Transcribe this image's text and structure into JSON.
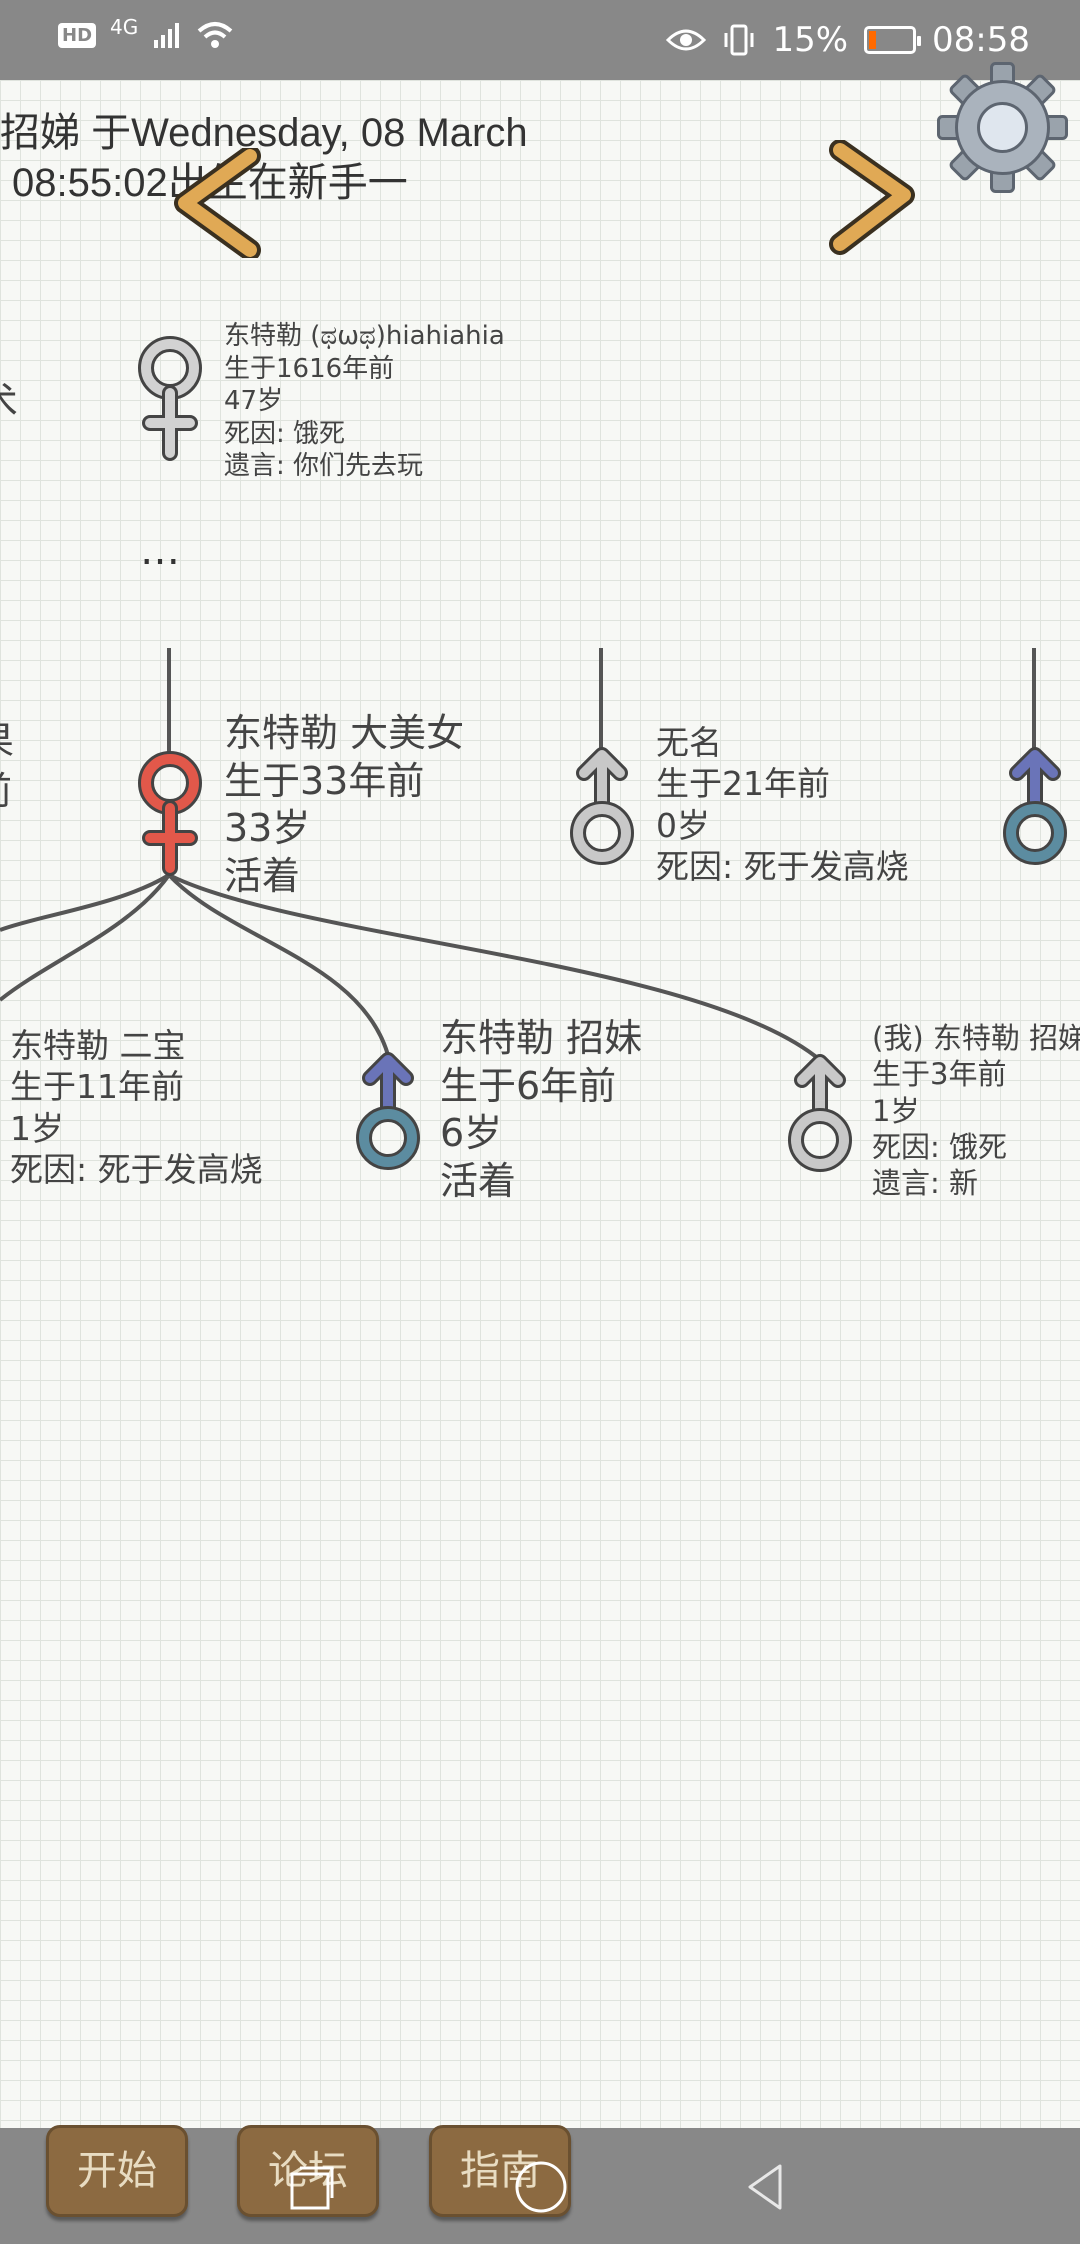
{
  "status_bar": {
    "hd_badge": "HD",
    "network": "4G",
    "battery_percent": "15%",
    "time": "08:58",
    "battery_level": 0.15,
    "battery_color": "#ff6a00"
  },
  "header": {
    "line1": "招娣 于Wednesday, 08 March",
    "line2": "08:55:02出生在新手一"
  },
  "ancestor": {
    "name": "东特勒 (ಥωಥ)hiahiahia",
    "born": "生于1616年前",
    "age": "47岁",
    "death": "死因: 饿死",
    "last_words": "遗言: 你们先去玩"
  },
  "ellipsis": "…",
  "left_edge_chars": [
    "术",
    "果",
    "前"
  ],
  "parents_row": [
    {
      "gender": "female",
      "name": "东特勒 大美女",
      "born": "生于33年前",
      "age": "33岁",
      "status": "活着",
      "icon": "female-symbol-red-icon"
    },
    {
      "gender": "male",
      "name": "无名",
      "born": "生于21年前",
      "age": "0岁",
      "status": "死因: 死于发高烧",
      "icon": "male-symbol-gray-icon"
    }
  ],
  "children": [
    {
      "name": "东特勒 二宝",
      "born": "生于11年前",
      "age": "1岁",
      "status": "死因: 死于发高烧"
    },
    {
      "name": "东特勒 招妹",
      "born": "生于6年前",
      "age": "6岁",
      "status": "活着",
      "icon": "male-symbol-blue-icon"
    },
    {
      "name": "(我) 东特勒 招娣",
      "born": "生于3年前",
      "age": "1岁",
      "death": "死因: 饿死",
      "last_words": "遗言: 新",
      "icon": "male-symbol-gray-icon"
    }
  ],
  "bottom_tabs": {
    "start": "开始",
    "forum": "论坛",
    "guide": "指南"
  },
  "colors": {
    "female_live": "#e2584a",
    "male_dead": "#c8c8c8",
    "male_live": "#6a74b8",
    "button": "#8c6a41",
    "arrow": "#e0a955"
  }
}
